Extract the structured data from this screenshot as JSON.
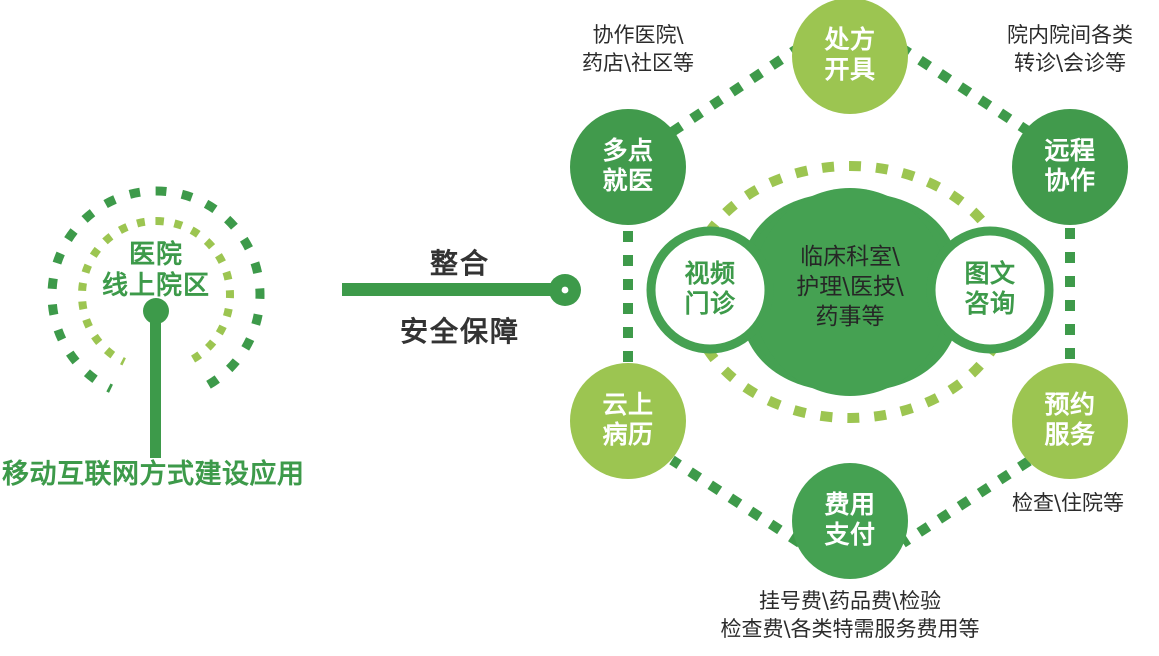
{
  "theme": {
    "dark_green": "#3d9a4a",
    "light_green": "#9cc551",
    "core_green": "#45a152",
    "text_dark": "#2b2b2b",
    "arrow_text": "#333333",
    "white": "#ffffff"
  },
  "hub": {
    "title": "医院\n线上院区",
    "footer_label": "移动互联网方式建设应用"
  },
  "connector": {
    "top_label": "整合",
    "bottom_label": "安全保障"
  },
  "core": {
    "label": "临床科室\\\n护理\\医技\\\n药事等"
  },
  "inner_nodes": [
    {
      "id": "video-clinic",
      "label": "视频\n门诊",
      "style": "white-fill"
    },
    {
      "id": "text-consult",
      "label": "图文\n咨询",
      "style": "white-fill"
    }
  ],
  "hex_nodes": [
    {
      "id": "prescription",
      "label": "处方\n开具",
      "color": "light",
      "position": "top"
    },
    {
      "id": "remote-collab",
      "label": "远程\n协作",
      "color": "dark",
      "position": "top-right"
    },
    {
      "id": "appointment",
      "label": "预约\n服务",
      "color": "light",
      "position": "bottom-right"
    },
    {
      "id": "payment",
      "label": "费用\n支付",
      "color": "dark",
      "position": "bottom"
    },
    {
      "id": "cloud-record",
      "label": "云上\n病历",
      "color": "light",
      "position": "bottom-left"
    },
    {
      "id": "multisite-care",
      "label": "多点\n就医",
      "color": "dark",
      "position": "top-left"
    }
  ],
  "captions": [
    {
      "id": "caption-multisite",
      "text": "协作医院\\\n药店\\社区等"
    },
    {
      "id": "caption-remote",
      "text": "院内院间各类\n转诊\\会诊等"
    },
    {
      "id": "caption-appointment",
      "text": "检查\\住院等"
    },
    {
      "id": "caption-payment",
      "text": "挂号费\\药品费\\检验\n检查费\\各类特需服务费用等"
    }
  ]
}
